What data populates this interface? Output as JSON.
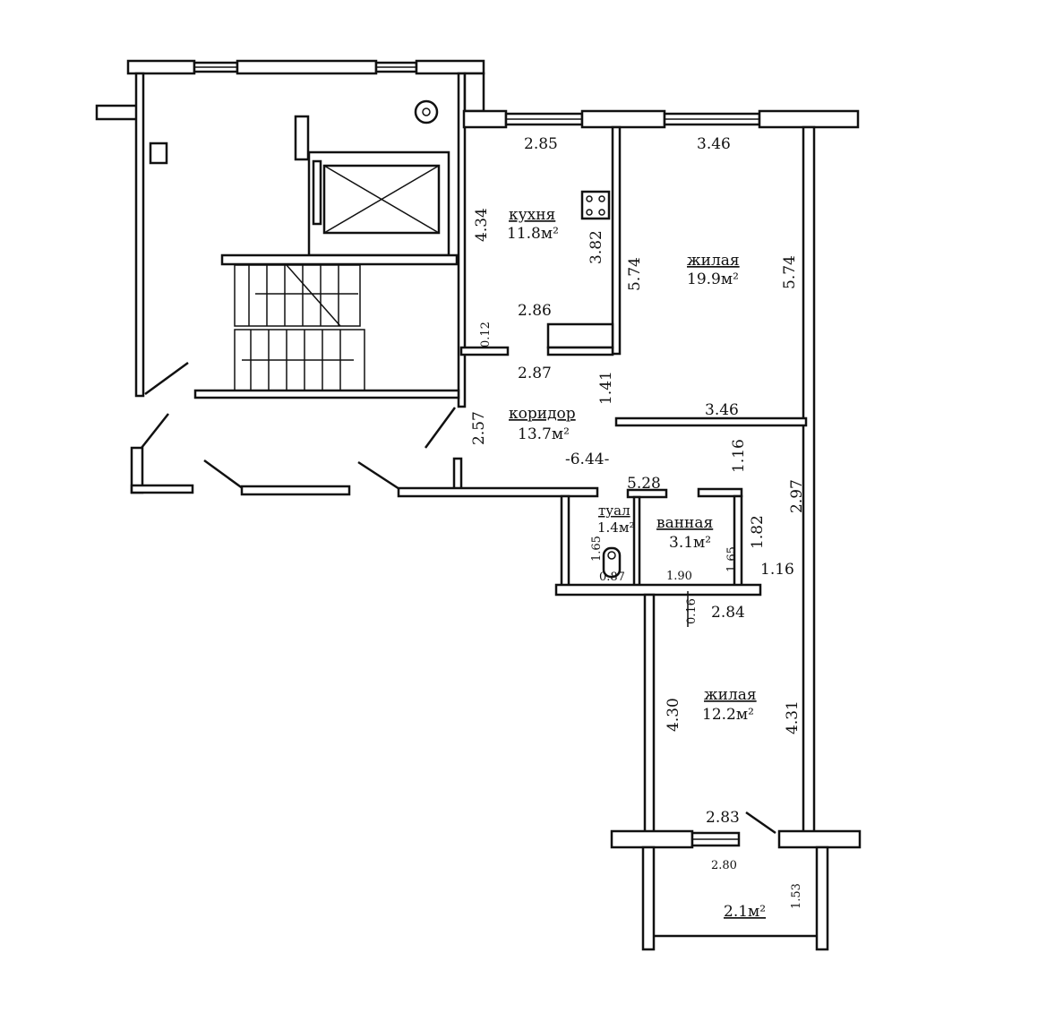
{
  "plan": {
    "rooms": {
      "kitchen": {
        "name": "кухня",
        "area": "11.8м²"
      },
      "living_big": {
        "name": "жилая",
        "area": "19.9м²"
      },
      "corridor": {
        "name": "коридор",
        "area": "13.7м²"
      },
      "toilet": {
        "name": "туал",
        "area": "1.4м²"
      },
      "bath": {
        "name": "ванная",
        "area": "3.1м²"
      },
      "living_small": {
        "name": "жилая",
        "area": "12.2м²"
      },
      "balcony": {
        "area": "2.1м²"
      }
    },
    "dimensions": {
      "kitchen_top": "2.85",
      "living_top": "3.46",
      "kitchen_left": "4.34",
      "kitchen_inner": "3.82",
      "wall_574_a": "5.74",
      "wall_574_b": "5.74",
      "kitchen_bottom": "2.86",
      "wall_012": "0.12",
      "corridor_top": "2.87",
      "corridor_141": "1.41",
      "living_bottom": "3.46",
      "corridor_257": "2.57",
      "corridor_len": "-6.44-",
      "d116_a": "1.16",
      "d297": "2.97",
      "d528": "5.28",
      "d182": "1.82",
      "d165_a": "1.65",
      "d165_b": "1.65",
      "d087": "0.87",
      "d190": "1.90",
      "d116_b": "1.16",
      "d016": "0.16",
      "d284": "2.84",
      "d430": "4.30",
      "d431": "4.31",
      "d283": "2.83",
      "d280": "2.80",
      "d153": "1.53"
    }
  }
}
